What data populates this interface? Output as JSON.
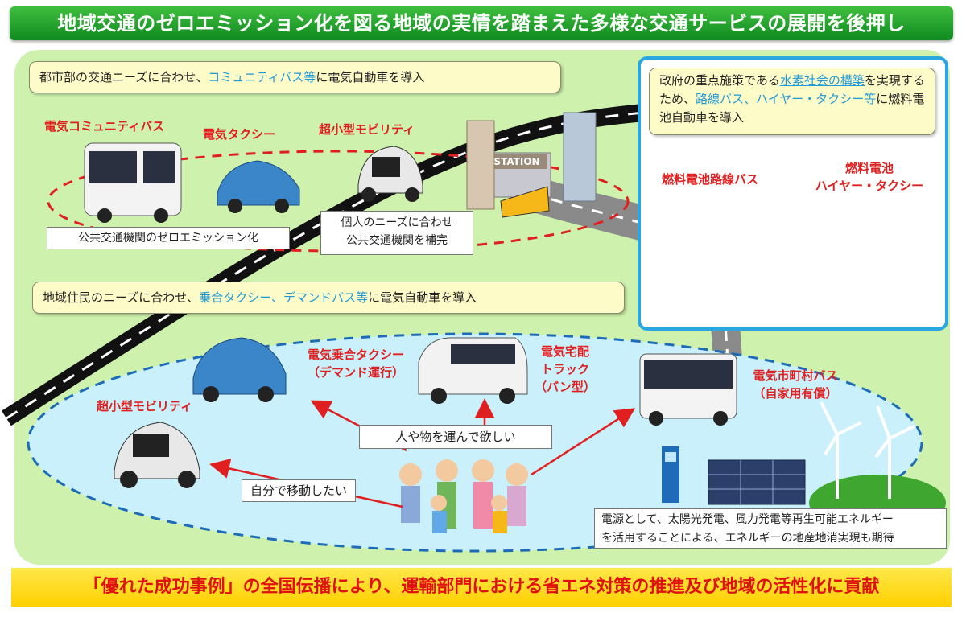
{
  "title": "地域交通のゼロエミッション化を図る地域の実情を踏まえた多様な交通サービスの展開を後押し",
  "urban_callout": {
    "pre": "都市部の交通ニーズに合わせ、",
    "highlight": "コミュニティバス等",
    "post": "に電気自動車を導入"
  },
  "fuel_cell_callout": {
    "pre": "政府の重点施策である",
    "highlight1": "水素社会の構築",
    "mid1": "を実現するため、",
    "highlight2": "路線バス、ハイヤー・タクシー等",
    "post": "に燃料電池自動車を導入"
  },
  "urban_labels": {
    "community_bus": "電気コミュニティバス",
    "e_taxi": "電気タクシー",
    "micro_mobility": "超小型モビリティ"
  },
  "urban_notes": {
    "zero_emission": "公共交通機関のゼロエミッション化",
    "complement_line1": "個人のニーズに合わせ",
    "complement_line2": "公共交通機関を補完"
  },
  "station_sign": "STATION",
  "fuel_cell_labels": {
    "fc_bus": "燃料電池路線バス",
    "fc_taxi_line1": "燃料電池",
    "fc_taxi_line2": "ハイヤー・タクシー"
  },
  "rural_callout": {
    "pre": "地域住民のニーズに合わせ、",
    "highlight": "乗合タクシー、デマンドバス等",
    "post": "に電気自動車を導入"
  },
  "rural_labels": {
    "shared_taxi_line1": "電気乗合タクシー",
    "shared_taxi_line2": "（デマンド運行）",
    "delivery_line1": "電気宅配",
    "delivery_line2": "トラック",
    "delivery_line3": "（バン型）",
    "municipal_bus_line1": "電気市町村バス",
    "municipal_bus_line2": "（自家用有償）",
    "micro_mobility": "超小型モビリティ"
  },
  "needs": {
    "carry": "人や物を運んで欲しい",
    "self_move": "自分で移動したい"
  },
  "energy_note": {
    "line1": "電源として、太陽光発電、風力発電等再生可能エネルギー",
    "line2": "を活用することによる、エネルギーの地産地消実現も期待"
  },
  "bottom_banner": "「優れた成功事例」の全国伝播により、運輸部門における省エネ対策の推進及び地域の活性化に貢献",
  "colors": {
    "banner_green": "#1f9e2a",
    "panel_blue": "#2aa6e0",
    "accent_red": "#e02020",
    "bg_green": "#cef2ad",
    "bg_blue": "#c9f0fb"
  }
}
